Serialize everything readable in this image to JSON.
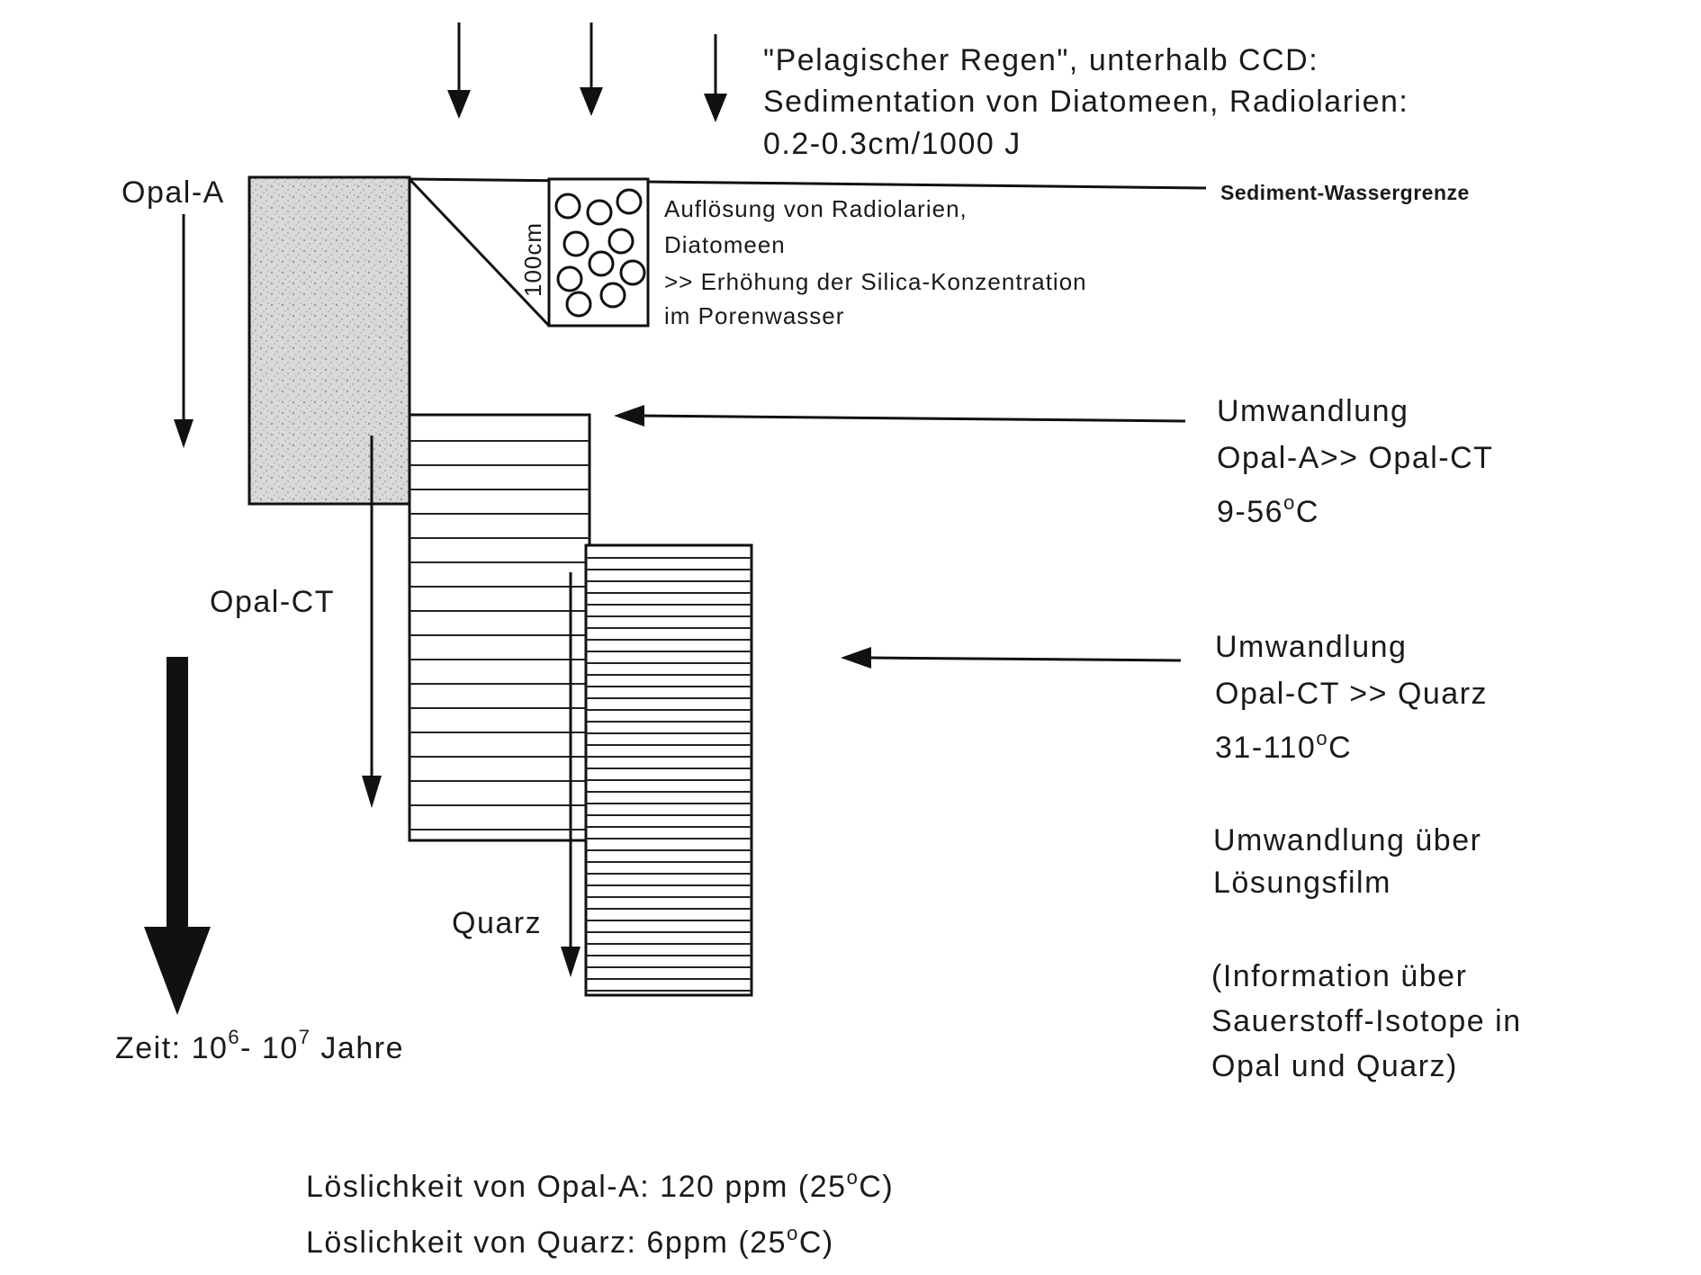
{
  "rain": {
    "line1": "\"Pelagischer Regen\", unterhalb CCD:",
    "line2": "Sedimentation von Diatomeen, Radiolarien:",
    "line3": "0.2-0.3cm/1000 J"
  },
  "sediment_boundary_label": "Sediment-Wassergrenze",
  "labels": {
    "opal_a": "Opal-A",
    "opal_ct": "Opal-CT",
    "quarz": "Quarz",
    "depth_scale": "100cm"
  },
  "dissolution": {
    "line1": "Auflösung von Radiolarien,",
    "line2": "Diatomeen",
    "line3": ">> Erhöhung der Silica-Konzentration",
    "line4": "im Porenwasser"
  },
  "conversion1": {
    "line1": "Umwandlung",
    "line2": "Opal-A>> Opal-CT",
    "temp_prefix": "9-56",
    "temp_sup": "o",
    "temp_suffix": "C"
  },
  "conversion2": {
    "line1": "Umwandlung",
    "line2": "Opal-CT >> Quarz",
    "temp_prefix": "31-110",
    "temp_sup": "o",
    "temp_suffix": "C"
  },
  "conversion3": {
    "line1": "Umwandlung über",
    "line2": "Lösungsfilm"
  },
  "info": {
    "line1": "(Information über",
    "line2": "Sauerstoff-Isotope in",
    "line3": "Opal und Quarz)"
  },
  "time": {
    "prefix": "Zeit: 10",
    "exp1": "6",
    "mid": "- 10",
    "exp2": "7",
    "suffix": " Jahre"
  },
  "solubility": {
    "opal_prefix": "Löslichkeit von Opal-A: 120 ppm (25",
    "opal_sup": "o",
    "opal_suffix": "C)",
    "quarz_prefix": "Löslichkeit von Quarz: 6ppm (25",
    "quarz_sup": "o",
    "quarz_suffix": "C)"
  }
}
